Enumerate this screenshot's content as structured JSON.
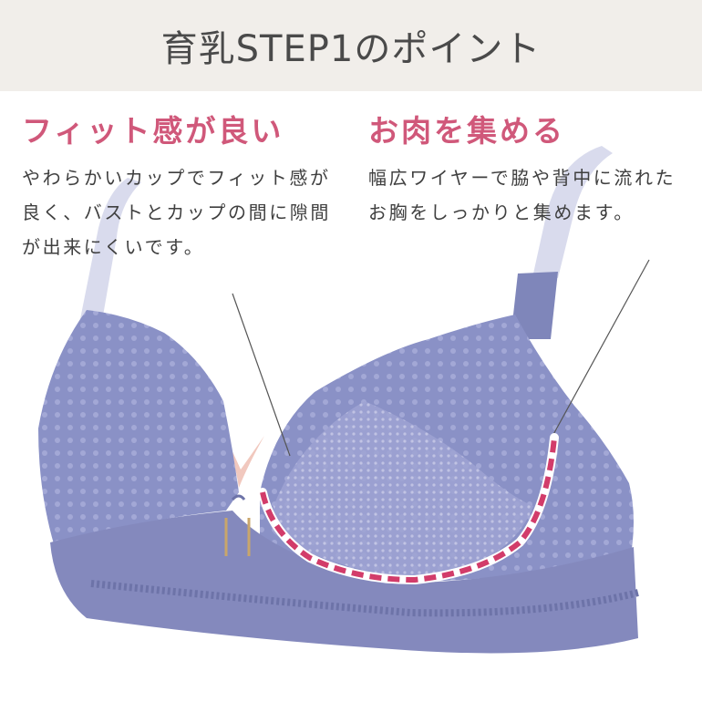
{
  "header": {
    "title": "育乳STEP1のポイント"
  },
  "points": [
    {
      "heading": "フィット感が良い",
      "body": "やわらかいカップでフィット感が良く、バストとカップの間に隙間が出来にくいです。"
    },
    {
      "heading": "お肉を集める",
      "body": "幅広ワイヤーで脇や背中に流れたお胸をしっかりと集めます。"
    }
  ],
  "colors": {
    "header_bg": "#f1eeea",
    "heading_pink": "#d0587a",
    "bra_lavender": "#8289be",
    "wire_dash": "#d23c6a"
  }
}
